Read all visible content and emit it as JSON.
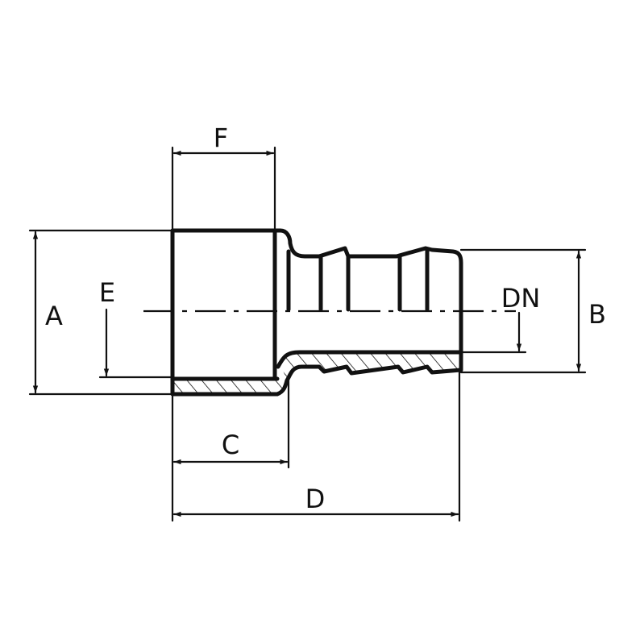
{
  "labels": {
    "A": "A",
    "B": "B",
    "C": "C",
    "D": "D",
    "E": "E",
    "F": "F",
    "DN": "DN"
  }
}
